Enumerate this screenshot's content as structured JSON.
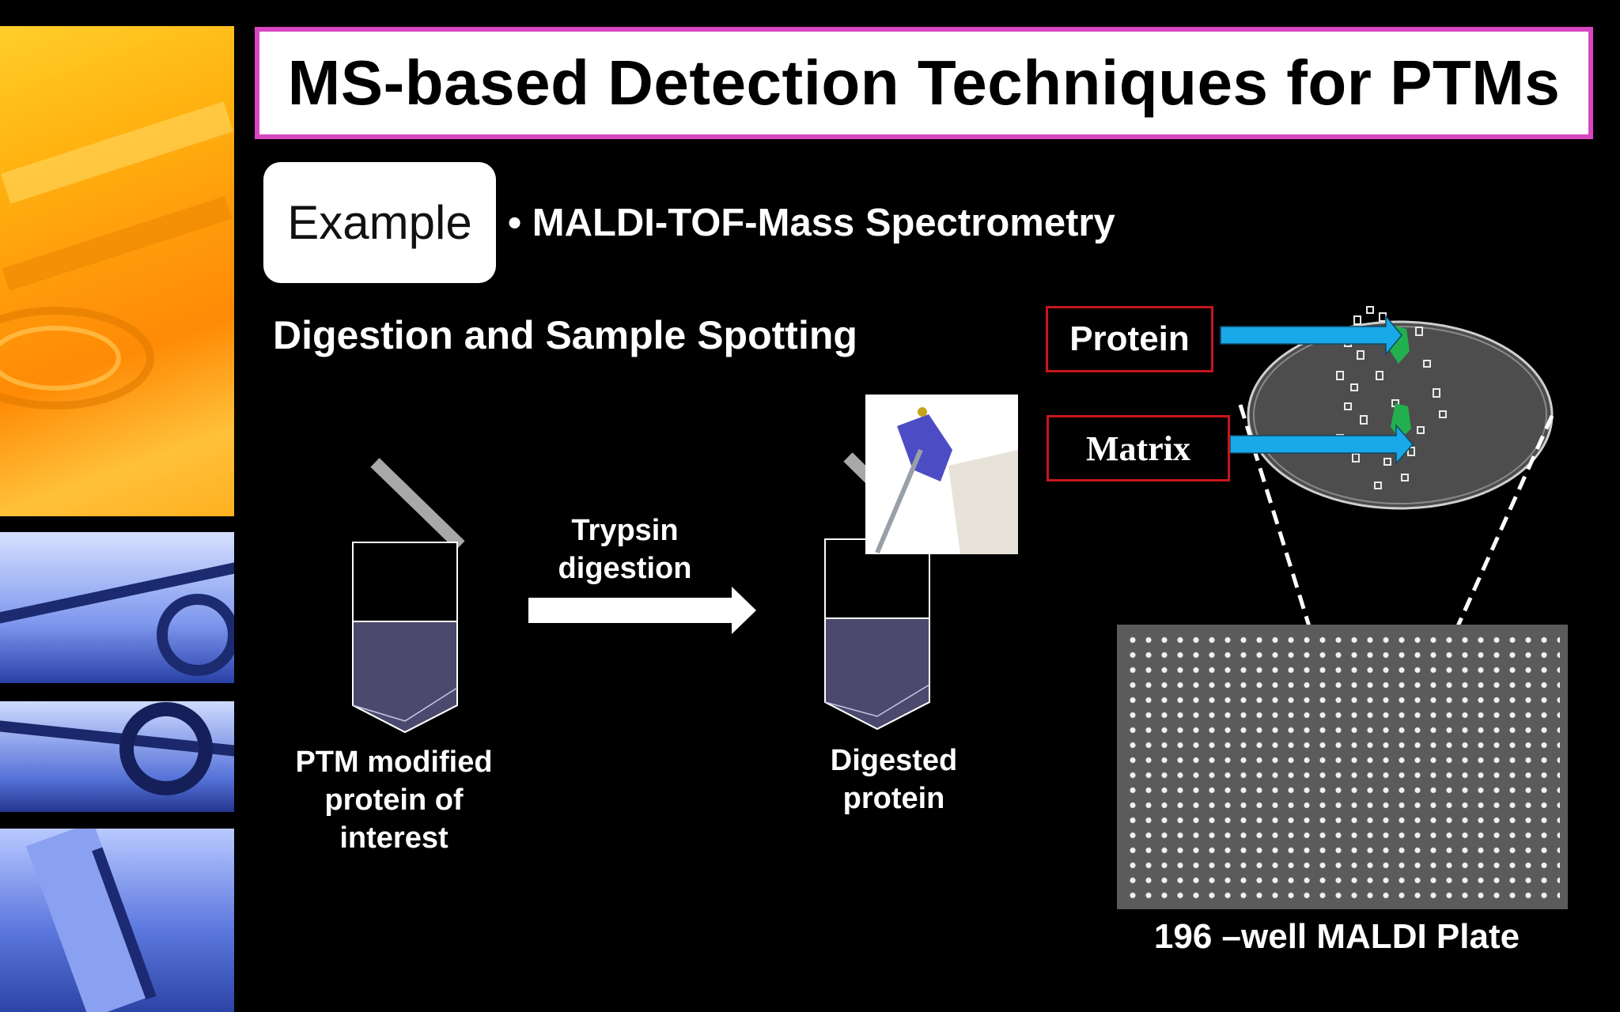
{
  "title": "MS-based Detection Techniques for PTMs",
  "example_badge": "Example",
  "bullet": "• MALDI-TOF-Mass Spectrometry",
  "section_heading": "Digestion and Sample Spotting",
  "tube_left_caption": "PTM modified\nprotein of\ninterest",
  "arrow_label": "Trypsin\ndigestion",
  "tube_right_caption": "Digested\nprotein",
  "protein_label": "Protein",
  "matrix_label": "Matrix",
  "plate_caption": "196 –well MALDI Plate",
  "colors": {
    "title_border": "#d946c2",
    "label_border": "#c8161c",
    "arrow_blue": "#1aa9e8",
    "tube_fill": "#4b4a6e",
    "spot_green": "#22b04e"
  }
}
